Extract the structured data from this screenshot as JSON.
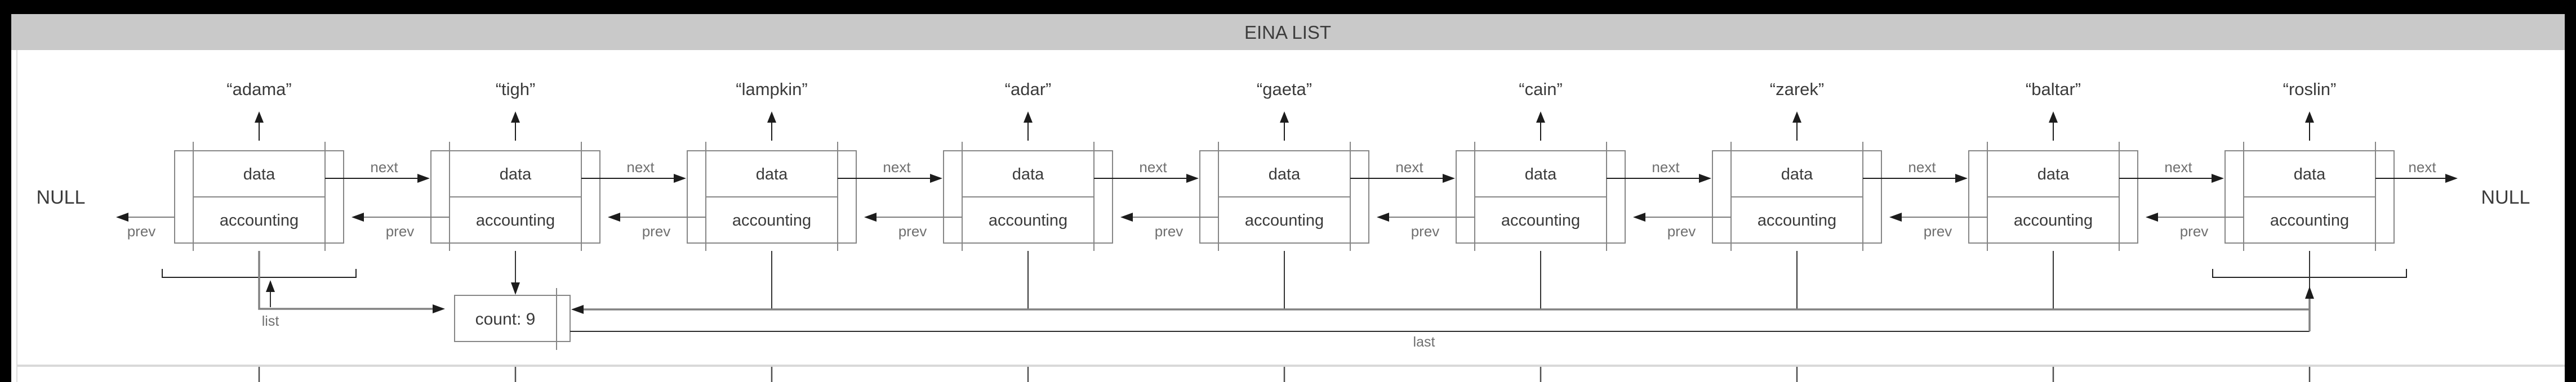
{
  "window": {
    "title": "EINA LIST"
  },
  "list_diagram": {
    "null_left": "NULL",
    "null_right": "NULL",
    "nodes": [
      {
        "name": "“adama”",
        "data_label": "data",
        "accounting_label": "accounting"
      },
      {
        "name": "“tigh”",
        "data_label": "data",
        "accounting_label": "accounting"
      },
      {
        "name": "“lampkin”",
        "data_label": "data",
        "accounting_label": "accounting"
      },
      {
        "name": "“adar”",
        "data_label": "data",
        "accounting_label": "accounting"
      },
      {
        "name": "“gaeta”",
        "data_label": "data",
        "accounting_label": "accounting"
      },
      {
        "name": "“cain”",
        "data_label": "data",
        "accounting_label": "accounting"
      },
      {
        "name": "“zarek”",
        "data_label": "data",
        "accounting_label": "accounting"
      },
      {
        "name": "“baltar”",
        "data_label": "data",
        "accounting_label": "accounting"
      },
      {
        "name": "“roslin”",
        "data_label": "data",
        "accounting_label": "accounting"
      }
    ],
    "edge_labels": {
      "next": "next",
      "prev": "prev"
    },
    "pointers": {
      "list": "list",
      "last": "last"
    },
    "accounting_box": {
      "count_label": "count: 9"
    },
    "node_count": 9
  },
  "colors": {
    "frame": "#000000",
    "titlebar_bg": "#c9c9c9",
    "titlebar_text": "#3d3d3d",
    "canvas": "#ffffff",
    "box_stroke": "#868686",
    "node_text": "#3b3b3b",
    "edge_label": "#6f6f6f",
    "arrow": "#1c1c1c",
    "bus_gray": "#828282",
    "separator": "#d9d9d9"
  }
}
